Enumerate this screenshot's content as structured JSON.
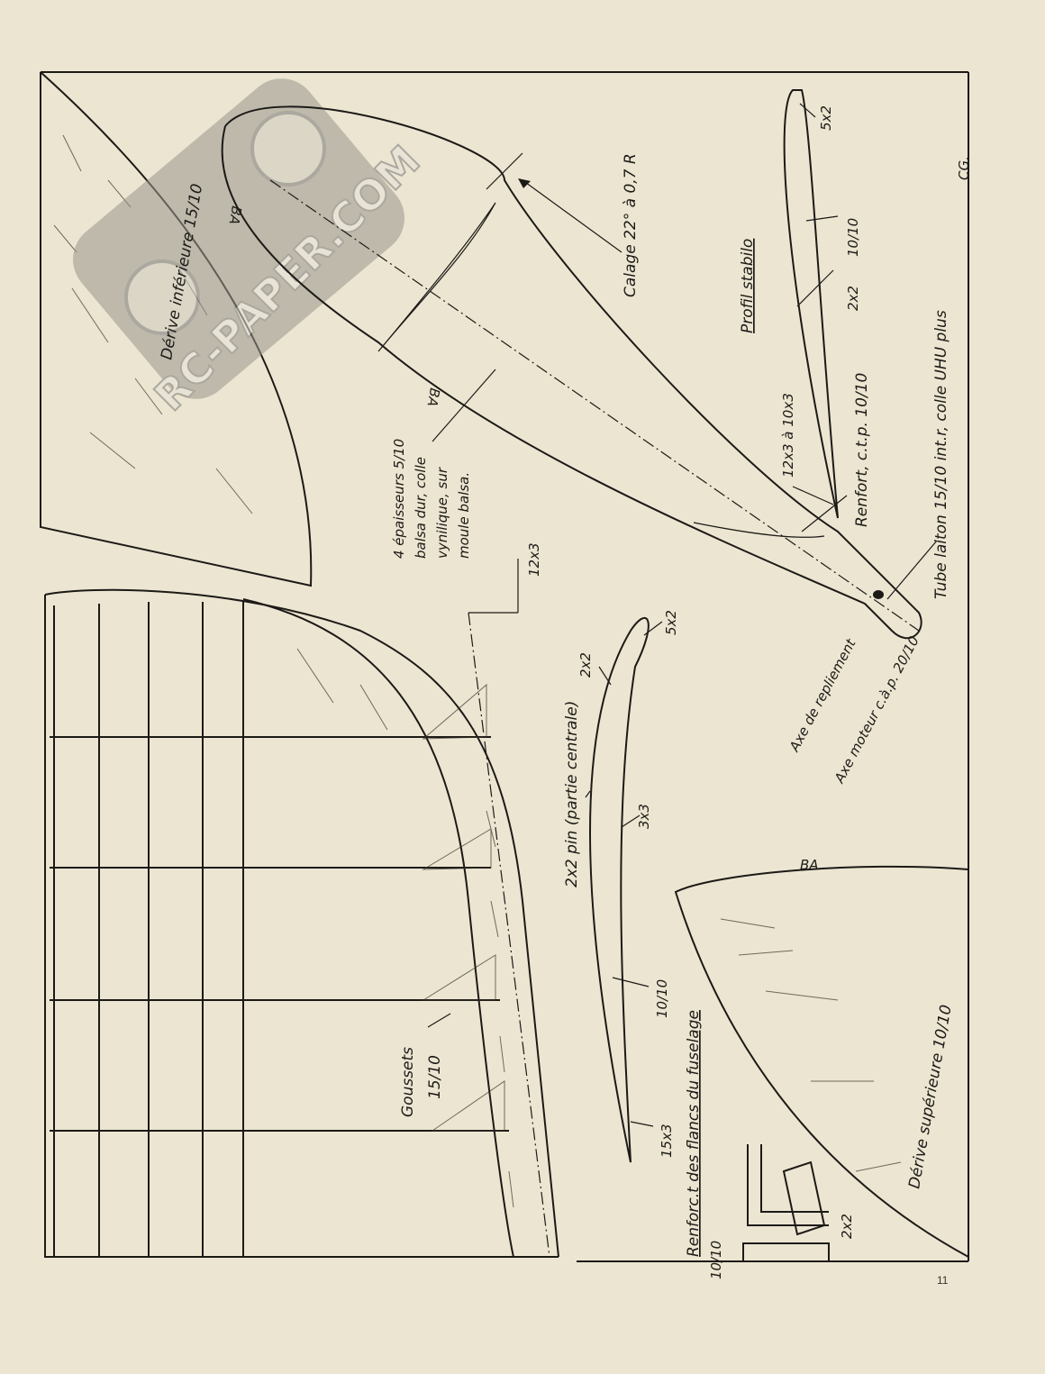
{
  "page_number": "11",
  "watermark": "RC-PAPER.COM",
  "drawings": {
    "lower_fin": {
      "title": "Dérive inférieure 15/10",
      "leading_edge": "BA"
    },
    "wing_plan": {
      "leading_edge": "BA",
      "incidence": "Calage 22° à 0,7 R",
      "laminate_note": [
        "4 épaisseurs 5/10",
        "balsa dur, colle",
        "vynilique, sur",
        "moule balsa."
      ],
      "spar": "12x3",
      "reinforcement": "Renfort, c.t.p. 10/10",
      "tube": "Tube laiton 15/10 int.r, colle UHU plus",
      "fold_axis": "Axe de repliement",
      "motor_axis": "Axe moteur c.à.p. 20/10",
      "cg": "CG."
    },
    "stab_profile": {
      "title": "Profil stabilo",
      "labels": [
        "5x2",
        "10/10",
        "2x2",
        "12x3 à 10x3"
      ]
    },
    "wing_profile": {
      "labels": [
        "5x2",
        "2x2",
        "2x2 pin (partie centrale)",
        "3x3",
        "10/10",
        "15x3"
      ]
    },
    "fuselage_side": {
      "gussets": "Goussets",
      "gussets_size": "15/10"
    },
    "fuselage_reinforcement": {
      "title": "Renforc.t des flancs du fuselage",
      "labels": [
        "10/10",
        "2x2"
      ]
    },
    "upper_fin": {
      "title": "Dérive supérieure 10/10",
      "leading_edge": "BA"
    }
  }
}
